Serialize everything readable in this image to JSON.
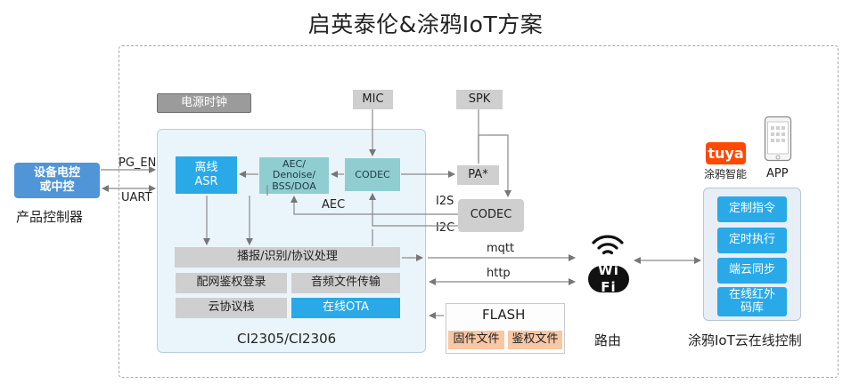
{
  "title": "启英泰伦&涂鸦IoT方案",
  "power_clock": "电源时钟",
  "mic": "MIC",
  "spk": "SPK",
  "pa": "PA*",
  "codec_internal": "CODEC",
  "codec_external": "CODEC",
  "aec_block": "AEC/\nDenoise/\nBSS/DOA",
  "offline_asr": "离线\nASR",
  "broadcast_processing": "播报/识别/协议处理",
  "network_auth_login": "配网鉴权登录",
  "audio_file_transfer": "音频文件传输",
  "cloud_protocol_stack": "云协议栈",
  "online_ota": "在线OTA",
  "chip_label": "CI2305/CI2306",
  "host_box": "设备电控\n或中控",
  "host_caption": "产品控制器",
  "pg_en": "PG_EN",
  "uart": "UART",
  "aec_label": "AEC",
  "i2s": "I2S",
  "i2c": "I2C",
  "mqtt": "mqtt",
  "http": "http",
  "flash": "FLASH",
  "firmware_file": "固件文件",
  "auth_file": "鉴权文件",
  "router": "路由",
  "wifi_text": "Wi Fi",
  "tuya_logo_text": "tuya",
  "tuya_smart": "涂鸦智能",
  "app": "APP",
  "cloud_items": [
    "定制指令",
    "定时执行",
    "端云同步",
    "在线红外\n码库"
  ],
  "cloud_caption": "涂鸦IoT云在线控制",
  "colors": {
    "accent_blue": "#29a9e8",
    "host_blue": "#4f95d8",
    "teal": "#8fcdd1",
    "grey_block": "#cfcfcf",
    "orange_block": "#f8c7a4",
    "tuya_red": "#ff4800"
  }
}
